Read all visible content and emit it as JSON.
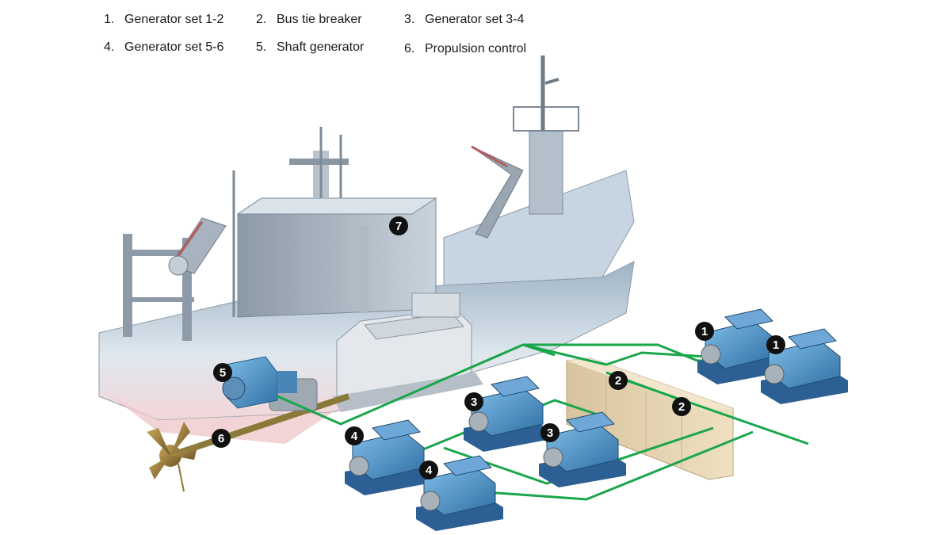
{
  "legend": [
    {
      "num": "1.",
      "label": "Generator set 1-2"
    },
    {
      "num": "2.",
      "label": "Bus tie breaker"
    },
    {
      "num": "3.",
      "label": "Generator set 3-4"
    },
    {
      "num": "4.",
      "label": "Generator set 5-6"
    },
    {
      "num": "5.",
      "label": "Shaft generator"
    },
    {
      "num": "6.",
      "label": "Propulsion control"
    }
  ],
  "callouts": {
    "c1a": "1",
    "c1b": "1",
    "c2a": "2",
    "c2b": "2",
    "c3a": "3",
    "c3b": "3",
    "c4a": "4",
    "c4b": "4",
    "c5": "5",
    "c6": "6",
    "c7": "7"
  },
  "colors": {
    "busbar": "#1aa64a",
    "generator": "#3f8fc8",
    "badge": "#111111",
    "panel": "#e6d2ad"
  }
}
